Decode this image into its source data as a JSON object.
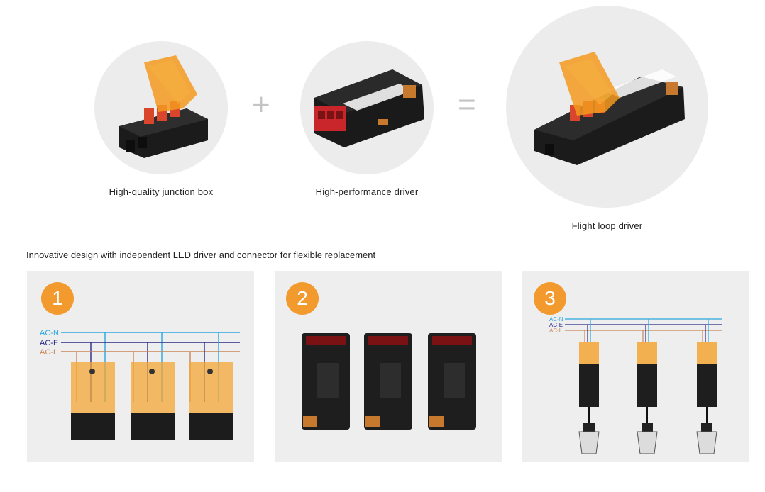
{
  "top": {
    "items": [
      {
        "caption": "High-quality junction box"
      },
      {
        "caption": "High-performance driver"
      },
      {
        "caption": "Flight loop driver"
      }
    ],
    "plus_symbol": "+",
    "equals_symbol": "="
  },
  "intro_text": "Innovative design with independent LED driver and connector for flexible replacement",
  "steps": [
    {
      "number": "1",
      "wire_labels": [
        "AC-N",
        "AC-E",
        "AC-L"
      ]
    },
    {
      "number": "2"
    },
    {
      "number": "3",
      "wire_labels": [
        "AC-N",
        "AC-E",
        "AC-L"
      ]
    }
  ],
  "colors": {
    "accent_orange": "#f29a2e",
    "wire_n": "#2aa7e0",
    "wire_e": "#2b2a86",
    "wire_l": "#c8865a",
    "panel_bg": "#eeeeee",
    "circle_bg": "#ececec"
  },
  "icons": [
    "junction-box-image",
    "driver-image",
    "assembly-image"
  ]
}
